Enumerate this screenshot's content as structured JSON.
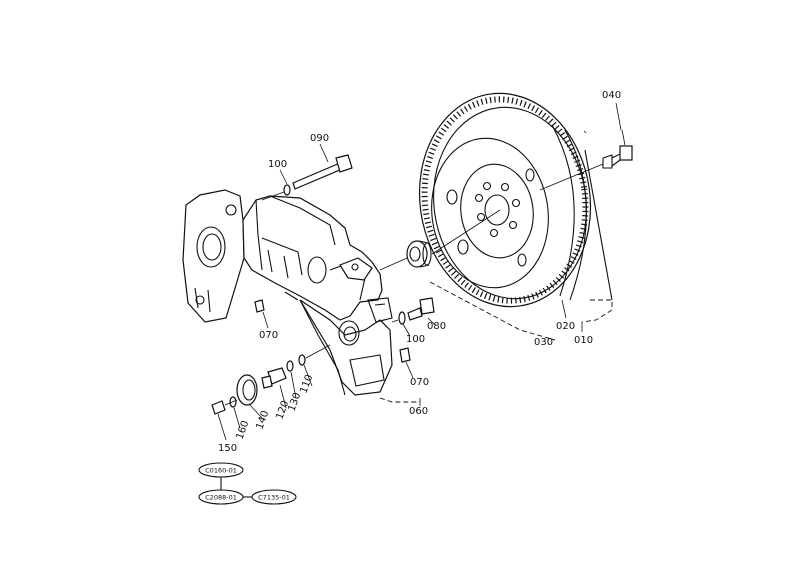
{
  "part_labels": {
    "p010": "010",
    "p020": "020",
    "p030": "030",
    "p040": "040",
    "p060": "060",
    "p070a": "070",
    "p070b": "070",
    "p080": "080",
    "p090": "090",
    "p100a": "100",
    "p100b": "100",
    "p110": "110",
    "p120": "120",
    "p130": "130",
    "p140": "140",
    "p150": "150",
    "p160": "160"
  },
  "reference_codes": {
    "top": "C0160-01",
    "left": "C2088-01",
    "right": "C7135-01"
  }
}
